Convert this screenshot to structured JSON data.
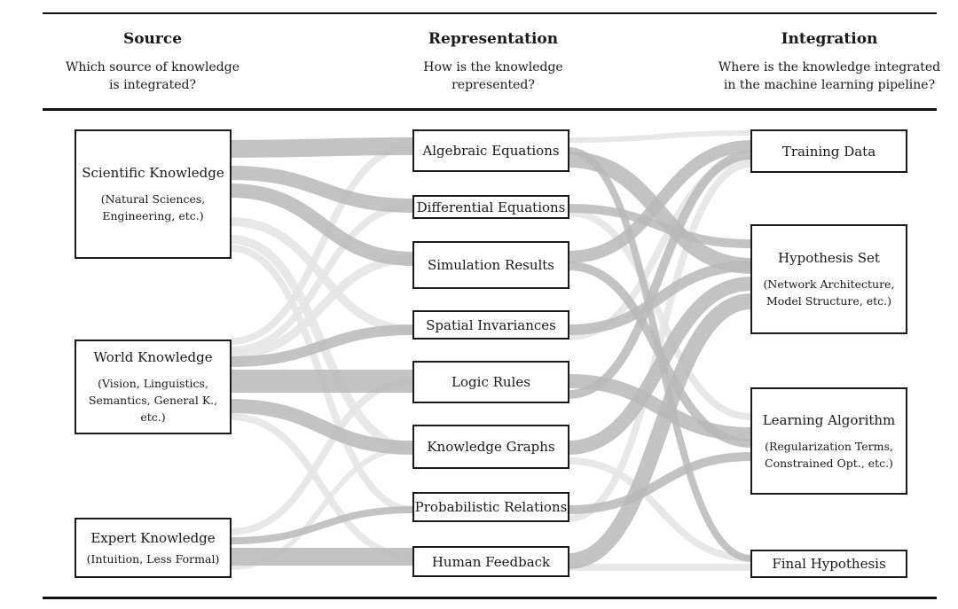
{
  "headers": [
    {
      "title": "Source",
      "question": [
        "Which source of knowledge",
        "is integrated?"
      ]
    },
    {
      "title": "Representation",
      "question": [
        "How is the knowledge",
        "represented?"
      ]
    },
    {
      "title": "Integration",
      "question": [
        "Where is the knowledge integrated",
        "in the machine learning pipeline?"
      ]
    }
  ],
  "sources": [
    {
      "title": "Scientific Knowledge",
      "sub": [
        "(Natural Sciences,",
        "Engineering, etc.)"
      ]
    },
    {
      "title": "World Knowledge",
      "sub": [
        "(Vision, Linguistics,",
        "Semantics, General K., etc.)"
      ]
    },
    {
      "title": "Expert Knowledge",
      "sub": [
        "(Intuition, Less Formal)"
      ]
    }
  ],
  "representations": [
    "Algebraic Equations",
    "Differential Equations",
    "Simulation Results",
    "Spatial Invariances",
    "Logic Rules",
    "Knowledge Graphs",
    "Probabilistic Relations",
    "Human Feedback"
  ],
  "integrations": [
    {
      "title": "Training Data",
      "sub": []
    },
    {
      "title": "Hypothesis Set",
      "sub": [
        "(Network Architecture,",
        "Model Structure, etc.)"
      ]
    },
    {
      "title": "Learning Algorithm",
      "sub": [
        "(Regularization Terms,",
        "Constrained Opt., etc.)"
      ]
    },
    {
      "title": "Final Hypothesis",
      "sub": []
    }
  ],
  "flow_colors": {
    "strong": "#b9b9b9",
    "weak": "#e6e6e6",
    "rule": "#111111"
  }
}
